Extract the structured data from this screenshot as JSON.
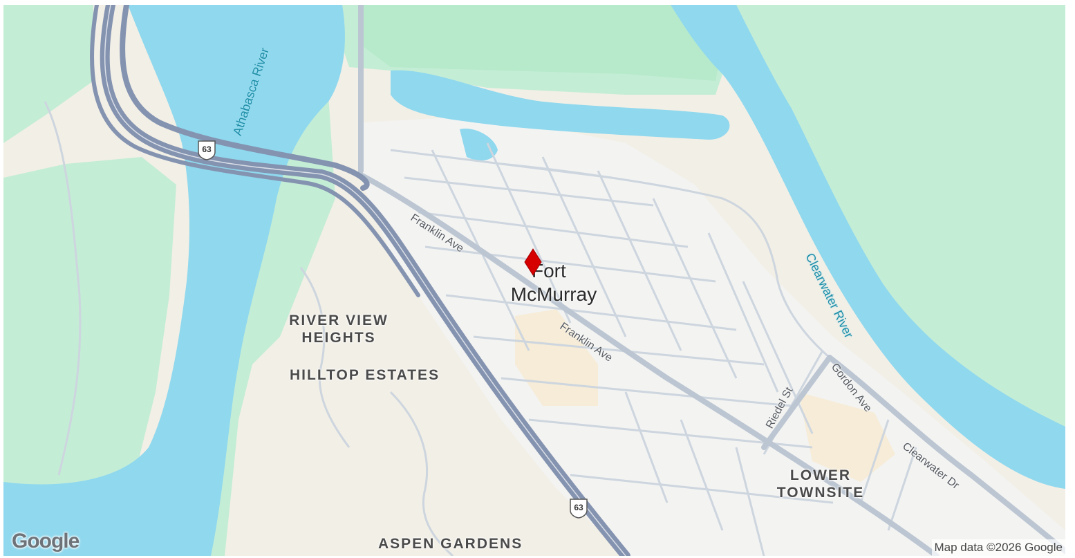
{
  "map": {
    "city_label_line1": "Fort",
    "city_label_line2": "McMurray",
    "neighbourhoods": {
      "river_view_line1": "RIVER VIEW",
      "river_view_line2": "HEIGHTS",
      "hilltop": "HILLTOP ESTATES",
      "lower_townsite_line1": "LOWER",
      "lower_townsite_line2": "TOWNSITE",
      "aspen": "ASPEN GARDENS"
    },
    "streets": {
      "franklin_1": "Franklin Ave",
      "franklin_2": "Franklin Ave",
      "riedel": "Riedel St",
      "gordon": "Gordon Ave",
      "clearwater_dr": "Clearwater Dr"
    },
    "rivers": {
      "athabasca": "Athabasca River",
      "clearwater": "Clearwater River"
    },
    "highway_shields": [
      "63",
      "63"
    ],
    "marker_icon": "red-map-pin-icon",
    "colors": {
      "water": "#8fd8ee",
      "park": "#bdebd2",
      "land": "#f2efe6",
      "urban": "#f3f3f3",
      "highway": "#8797b2",
      "road": "#c9d2dc",
      "marker": "#d60000"
    }
  },
  "footer": {
    "logo": "Google",
    "attribution": "Map data ©2026 Google"
  }
}
